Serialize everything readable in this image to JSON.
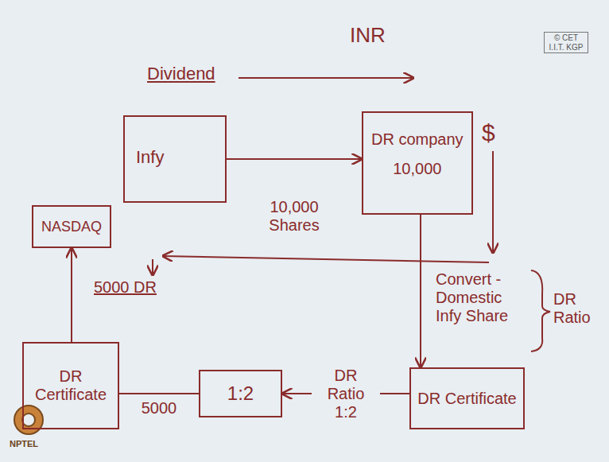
{
  "diagram": {
    "nodes": [
      {
        "text": [
          "Infy"
        ]
      },
      {
        "text": [
          "DR company",
          "10,000"
        ]
      },
      {
        "text": [
          "NASDAQ"
        ]
      },
      {
        "text": [
          "DR Certificate"
        ]
      },
      {
        "text": [
          "1:2"
        ]
      },
      {
        "text": [
          "DR Certificate"
        ]
      }
    ],
    "edges": [
      {
        "from": 0,
        "to": 1,
        "arrow": "to",
        "label": "10,000 Shares"
      },
      {
        "from": 1,
        "to": 3,
        "arrow": "to"
      },
      {
        "from": 3,
        "to": 4,
        "arrow": "to",
        "label": "DR Ratio 1:2"
      },
      {
        "from": 4,
        "to": 5,
        "arrow": "none",
        "label": "5000"
      },
      {
        "from": 5,
        "to": 2,
        "arrow": "to"
      }
    ],
    "labels": [
      "INR",
      "Dividend",
      "$",
      "5000 DR",
      "Convert - Domestic Infy Share",
      "DR Ratio",
      "© CET I.I.T. KGP",
      "NPTEL"
    ]
  }
}
